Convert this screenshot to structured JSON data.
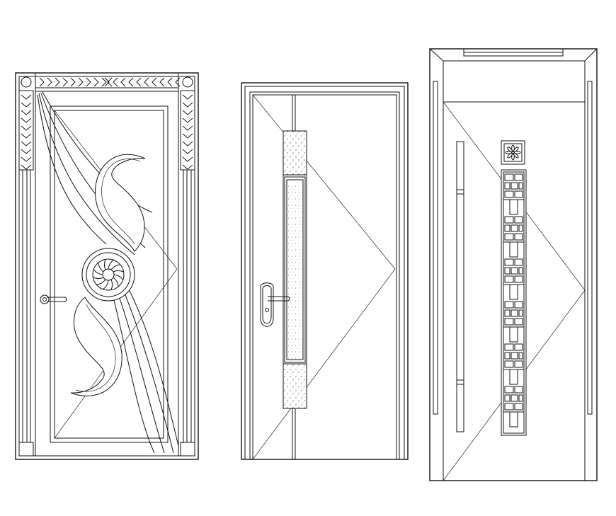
{
  "drawing": {
    "background": "#ffffff",
    "line_color": "#111111",
    "doors": [
      {
        "id": "door-1",
        "style": "ornamental wing-and-medallion panel"
      },
      {
        "id": "door-2",
        "style": "flush door with vertical glass strip"
      },
      {
        "id": "door-3",
        "style": "flush door with lattice inlay and long pull handle"
      }
    ]
  }
}
